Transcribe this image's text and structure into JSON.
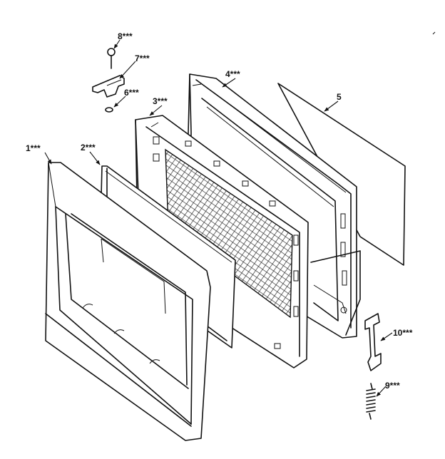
{
  "callouts": {
    "c1": "1***",
    "c2": "2***",
    "c3": "3***",
    "c4": "4***",
    "c5": "5",
    "c6": "6***",
    "c7": "7***",
    "c8": "8***",
    "c9": "9***",
    "c10": "10***"
  }
}
